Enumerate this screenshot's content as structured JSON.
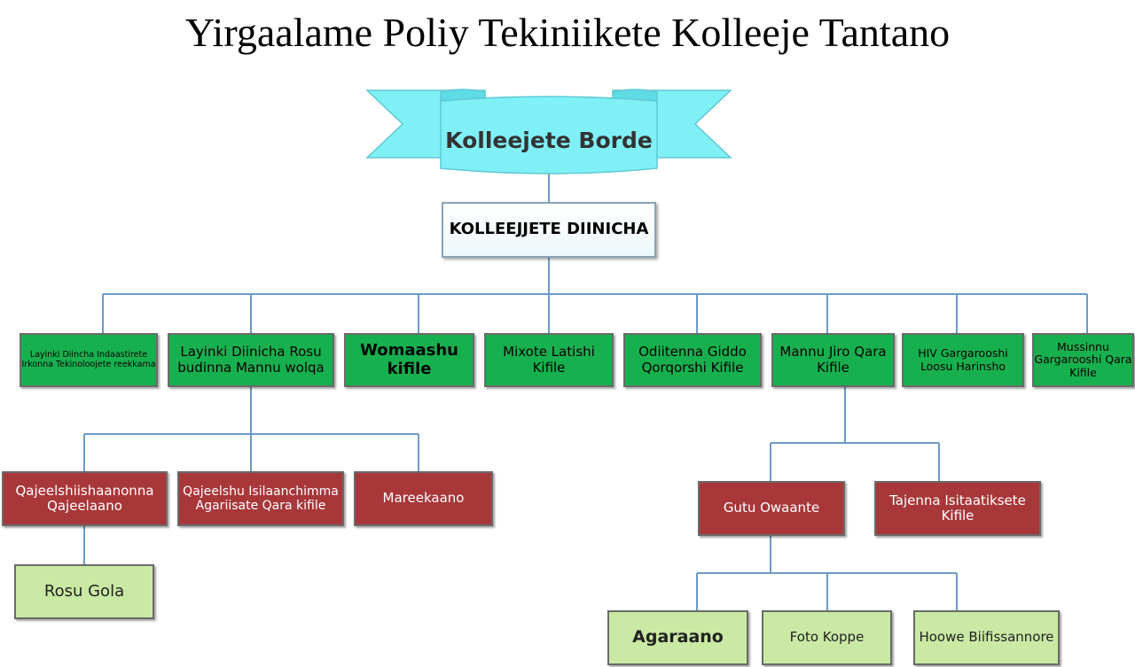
{
  "title": "Yirgaalame Poliy Tekiniikete Kolleeje Tantano",
  "board": "Kolleejete Borde",
  "director": "KOLLEEJJETE DIINICHA",
  "departments": [
    "Layinki Diincha Indaastirete Irkonna Tekinoloojete reekkama",
    "Layinki Diinicha Rosu budinna Mannu wolqa",
    "Womaashu kifile",
    "Mixote Latishi Kifile",
    "Odiitenna Giddo Qorqorshi Kifile",
    "Mannu Jiro Qara Kifile",
    "HIV Gargarooshi Loosu Harinsho",
    "Mussinnu Gargarooshi Qara Kifile"
  ],
  "academic_units": [
    "Qajeelshiishaanonna Qajeelaano",
    "Qajeelshu Isilaanchimma Agariisate Qara kifile",
    "Mareekaano"
  ],
  "academic_subunit": "Rosu Gola",
  "hr_units": [
    "Gutu Owaante",
    "Tajenna Isitaatiksete Kifile"
  ],
  "hr_subunits": [
    "Agaraano",
    "Foto Koppe",
    "Hoowe Biifissannore"
  ],
  "colors": {
    "department": "#17b04f",
    "unit": "#a8373a",
    "subunit": "#c9e9a4",
    "banner": "#7ff0f6",
    "connector": "#6b9bc8"
  }
}
